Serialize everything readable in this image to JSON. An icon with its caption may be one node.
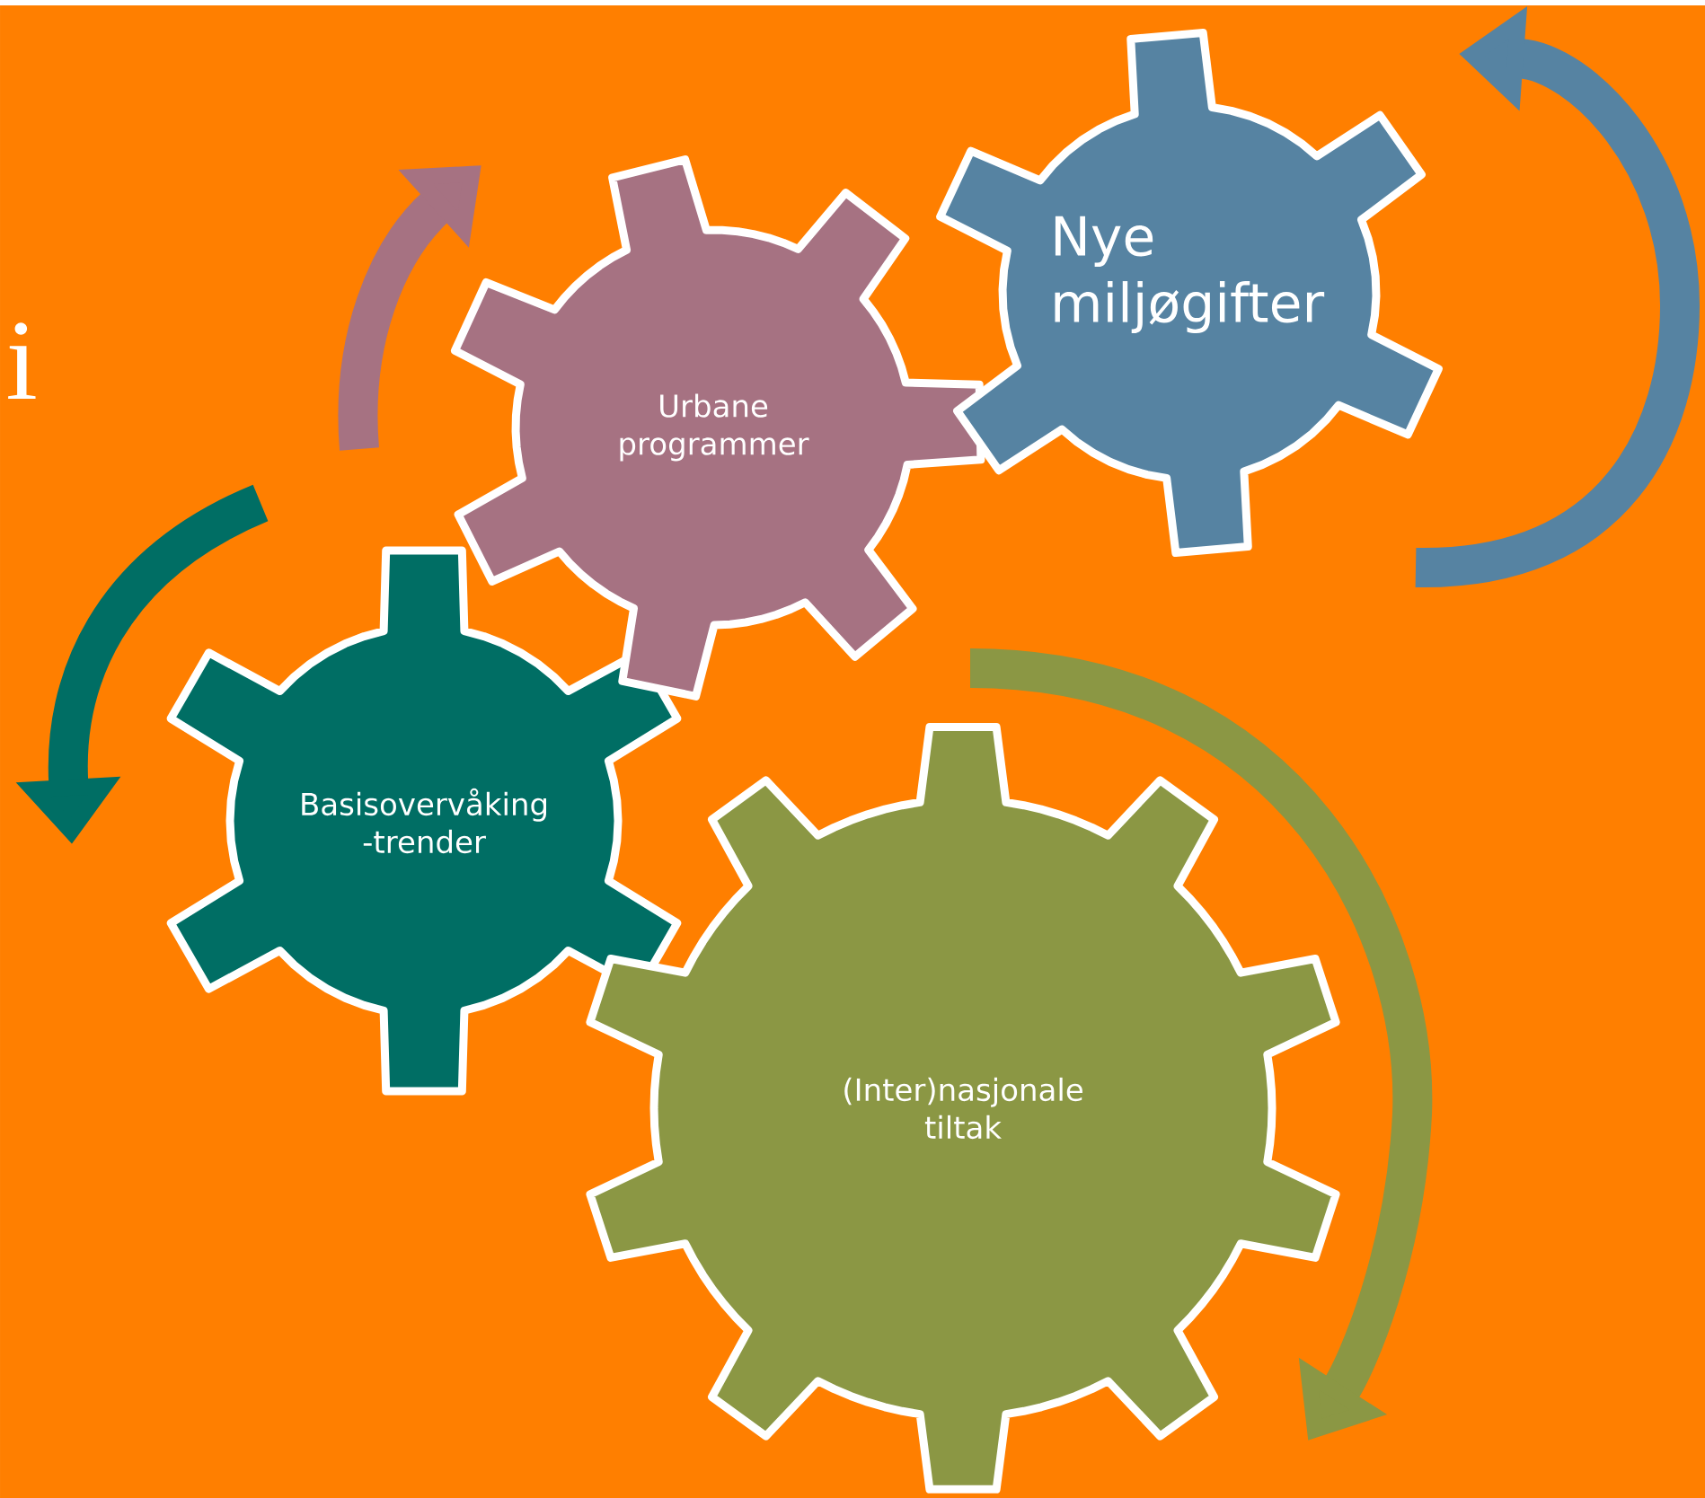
{
  "diagram": {
    "nodes": [
      {
        "text": [
          "Urbane programmer"
        ]
      },
      {
        "text": [
          "Nye miljøgifter"
        ]
      },
      {
        "text": [
          "Basisovervåking -trender"
        ]
      },
      {
        "text": [
          "(Inter)nasjonale tiltak"
        ]
      }
    ],
    "labels": [
      "i"
    ]
  }
}
